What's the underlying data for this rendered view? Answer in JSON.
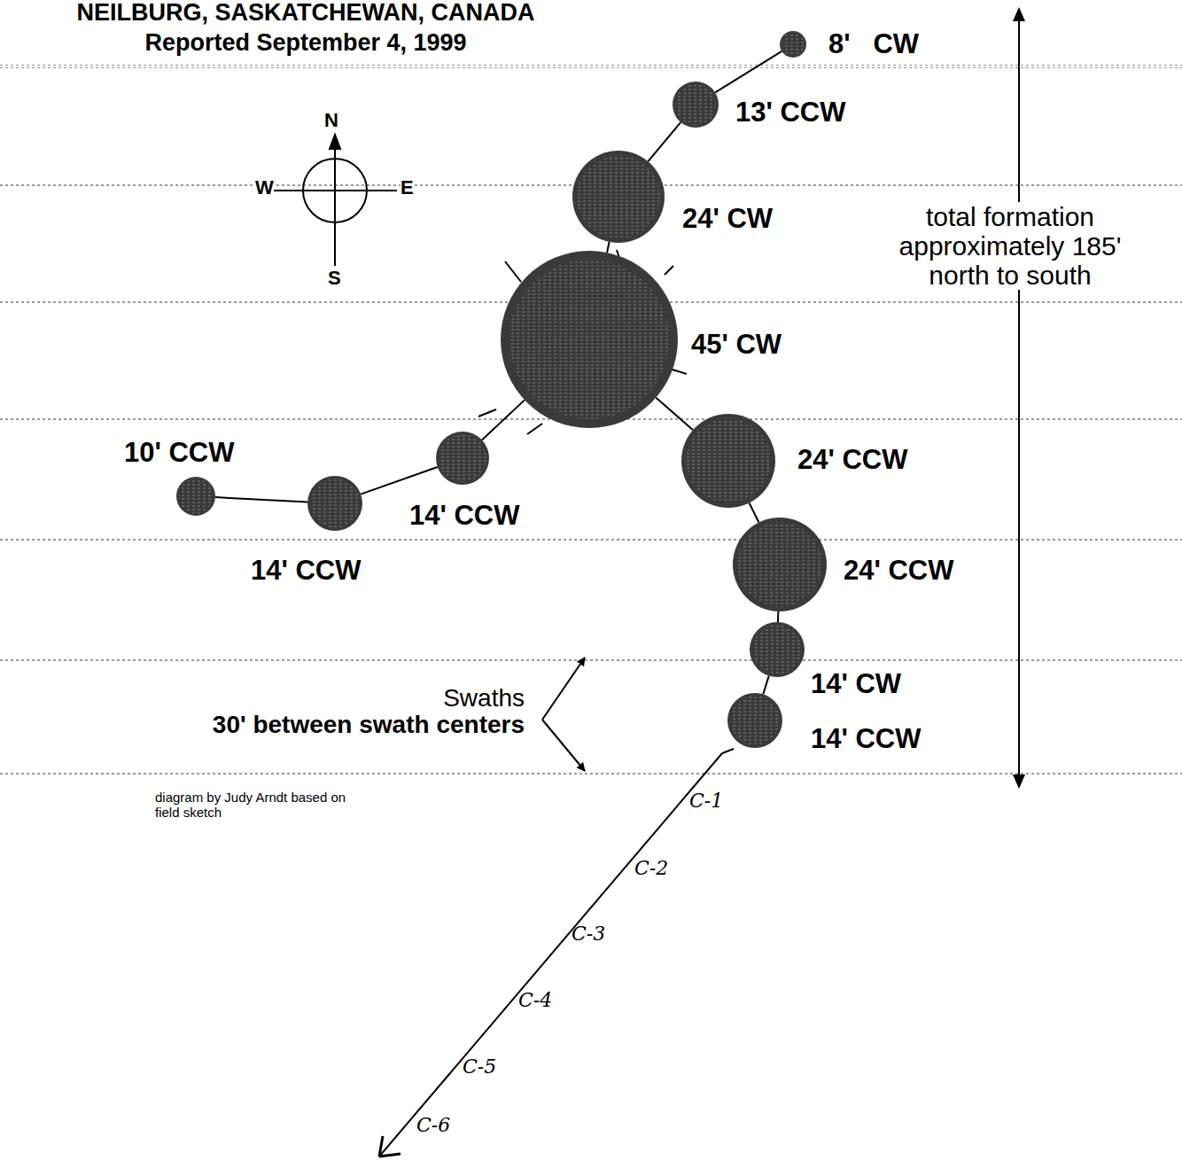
{
  "diagram": {
    "title": "NEILBURG, SASKATCHEWAN, CANADA",
    "nodes": [
      {
        "text": [
          "8'   CW"
        ]
      },
      {
        "text": [
          "13' CCW"
        ]
      },
      {
        "text": [
          "24' CW"
        ]
      },
      {
        "text": [
          "45' CW"
        ]
      },
      {
        "text": [
          "10' CCW"
        ]
      },
      {
        "text": [
          "14' CCW"
        ]
      },
      {
        "text": [
          "24' CCW"
        ]
      },
      {
        "text": [
          "14' CCW"
        ]
      },
      {
        "text": [
          "24' CCW"
        ]
      },
      {
        "text": [
          "14' CW"
        ]
      },
      {
        "text": [
          "14' CCW"
        ]
      }
    ],
    "edges": [
      {
        "from": 0,
        "to": 1,
        "arrow": "none"
      },
      {
        "from": 1,
        "to": 2,
        "arrow": "none"
      },
      {
        "from": 2,
        "to": 3,
        "arrow": "none"
      },
      {
        "from": 3,
        "to": 6,
        "arrow": "none"
      },
      {
        "from": 6,
        "to": 8,
        "arrow": "none"
      },
      {
        "from": 8,
        "to": 9,
        "arrow": "none"
      },
      {
        "from": 9,
        "to": 10,
        "arrow": "none"
      },
      {
        "from": 3,
        "to": 5,
        "arrow": "none"
      },
      {
        "from": 5,
        "to": 7,
        "arrow": "none"
      },
      {
        "from": 7,
        "to": 4,
        "arrow": "none"
      }
    ],
    "labels": [
      "Reported September 4, 1999",
      "N",
      "W",
      "E",
      "S",
      "total formation approximately 185' north to south",
      "Swaths",
      "30' between swath centers",
      "diagram by Judy Arndt based on field sketch",
      "C-1",
      "C-2",
      "C-3",
      "C-4",
      "C-5",
      "C-6"
    ]
  }
}
